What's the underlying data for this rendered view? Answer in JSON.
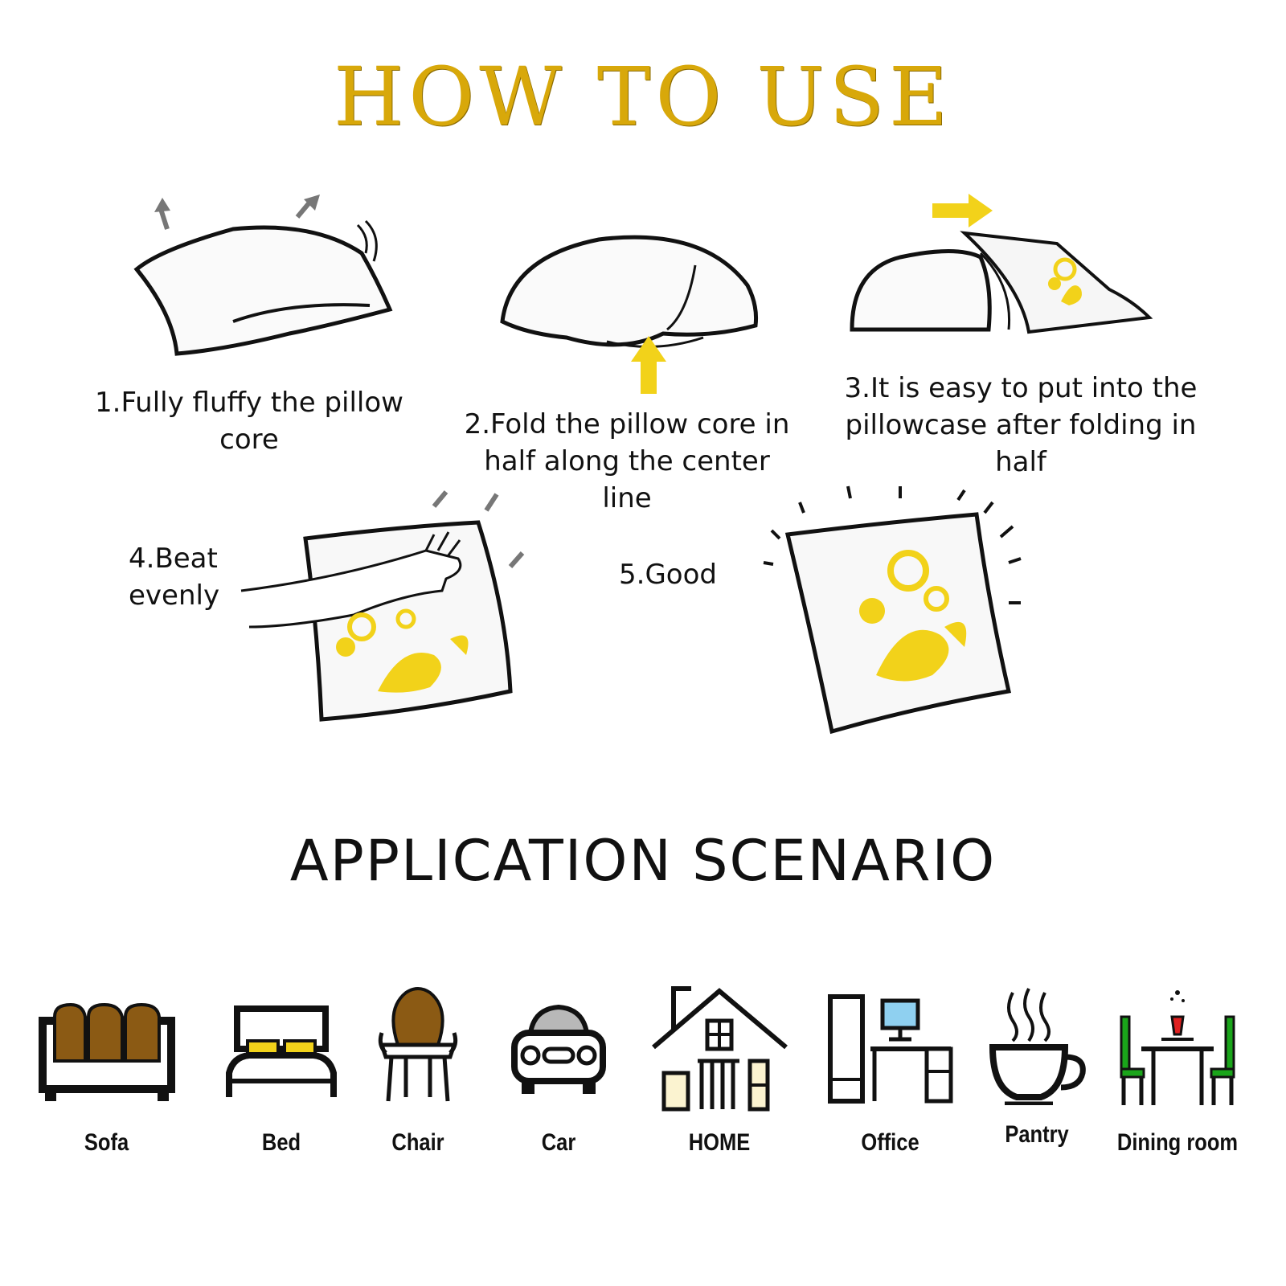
{
  "header": {
    "title": "HOW TO USE"
  },
  "steps": [
    {
      "label": "1.Fully fluffy the pillow core"
    },
    {
      "label": "2.Fold the pillow core in half along the center line"
    },
    {
      "label": "3.It is easy to put into the pillowcase after folding in half"
    },
    {
      "label": "4.Beat evenly"
    },
    {
      "label": "5.Good"
    }
  ],
  "scenarios": {
    "title": "APPLICATION SCENARIO",
    "items": [
      {
        "label": "Sofa",
        "icon": "sofa-icon"
      },
      {
        "label": "Bed",
        "icon": "bed-icon"
      },
      {
        "label": "Chair",
        "icon": "chair-icon"
      },
      {
        "label": "Car",
        "icon": "car-icon"
      },
      {
        "label": "HOME",
        "icon": "house-icon"
      },
      {
        "label": "Office",
        "icon": "office-desk-icon"
      },
      {
        "label": "Pantry",
        "icon": "coffee-cup-icon"
      },
      {
        "label": "Dining room",
        "icon": "dining-table-icon"
      }
    ]
  },
  "colors": {
    "gold": "#d8a80a",
    "yellow": "#f2d21a",
    "brown": "#8b5a14",
    "green": "#1aa51a",
    "blue": "#8fd0f0"
  }
}
